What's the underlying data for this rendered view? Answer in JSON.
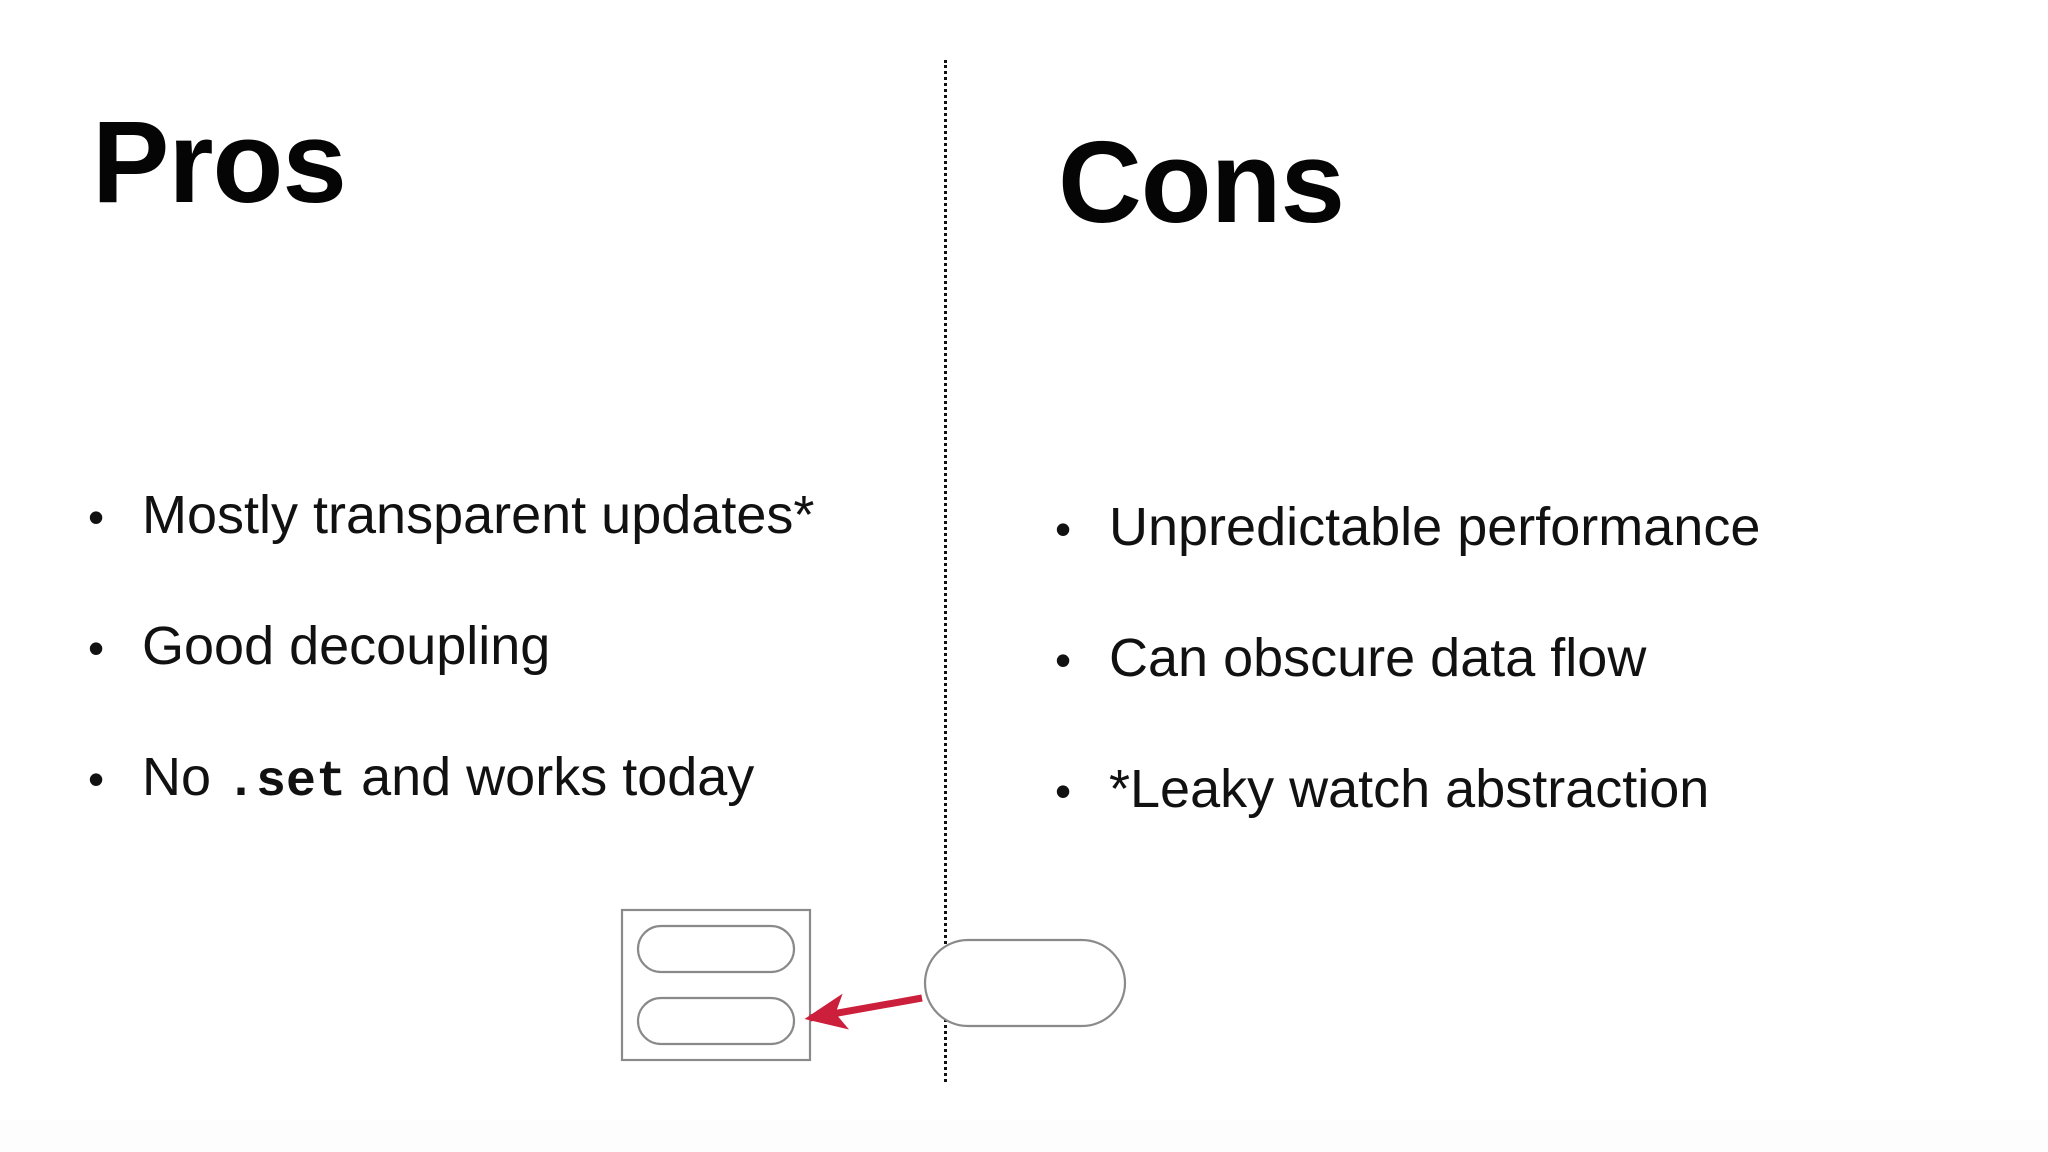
{
  "slide": {
    "background_color": "#ffffff",
    "text_color": "#111111",
    "divider": {
      "style": "dotted-vertical-line",
      "color": "#111111"
    }
  },
  "columns": {
    "left": {
      "heading": "Pros",
      "bullet_glyph": "•",
      "items": [
        {
          "text": "Mostly transparent updates*",
          "prefix": "",
          "code": "",
          "suffix": ""
        },
        {
          "text": "Good decoupling",
          "prefix": "",
          "code": "",
          "suffix": ""
        },
        {
          "text": "No .set and works today",
          "prefix": "No ",
          "code": ".set",
          "suffix": " and works today"
        }
      ]
    },
    "right": {
      "heading": "Cons",
      "bullet_glyph": "•",
      "items": [
        {
          "text": "Unpredictable performance"
        },
        {
          "text": "Can obscure data flow"
        },
        {
          "text": "*Leaky watch abstraction"
        }
      ]
    }
  },
  "diagram": {
    "description": "Grouped container with two stacked rounded nodes on the left; a single rounded node on the right; a red arrow points from the right node into the lower left node.",
    "stroke_color": "#8a8a8a",
    "arrow_color": "#cc1f3c",
    "shapes": [
      {
        "name": "outer-container",
        "type": "rectangle",
        "label": ""
      },
      {
        "name": "node-top",
        "type": "rounded-pill",
        "label": ""
      },
      {
        "name": "node-bottom",
        "type": "rounded-pill",
        "label": ""
      },
      {
        "name": "node-right",
        "type": "rounded-pill",
        "label": ""
      },
      {
        "name": "arrow",
        "type": "arrow",
        "direction": "right-to-left",
        "label": ""
      }
    ]
  }
}
